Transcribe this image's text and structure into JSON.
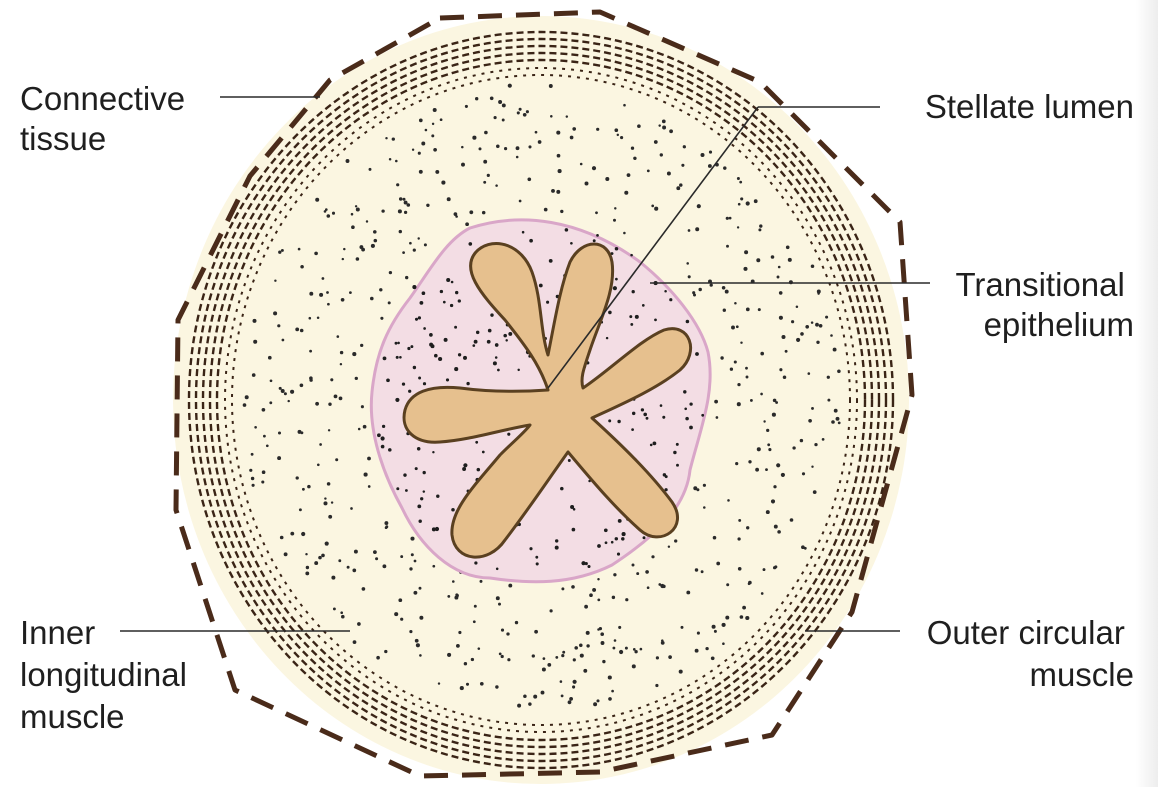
{
  "labels": {
    "connective_tissue": [
      "Connective",
      "tissue"
    ],
    "stellate_lumen": [
      "Stellate lumen"
    ],
    "transitional_epithelium": [
      "Transitional",
      "epithelium"
    ],
    "inner_longitudinal_muscle": [
      "Inner",
      "longitudinal",
      "muscle"
    ],
    "outer_circular_muscle": [
      "Outer circular",
      "muscle"
    ]
  },
  "colors": {
    "background": "#ffffff",
    "tissue_fill": "#fbf6e1",
    "epithelium_fill": "#f3dde4",
    "epithelium_edge": "#d9a6c8",
    "lumen_fill": "#e6c08e",
    "lumen_edge": "#5a4020",
    "outer_dash": "#4a2b1a",
    "muscle_dash": "#3a2416",
    "stipple": "#2a2a2a"
  }
}
